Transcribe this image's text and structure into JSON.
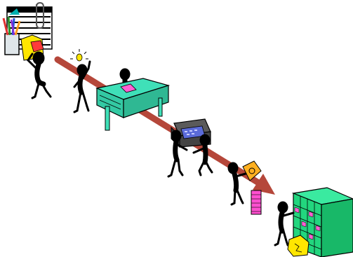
{
  "scene": {
    "background": "#ffffff",
    "arrow_color": "#b5473a",
    "desk_color": "#3fe0b8",
    "shelf_color": "#22d67e",
    "paper_pink": "#ff5fd2",
    "folder_yellow": "#ffe600",
    "monitor_color": "#5b6bd8",
    "figure_color": "#000000",
    "icons": [
      "notepad-with-pencils-icon",
      "puzzled-thinker-figure",
      "idea-lightbulb-figure",
      "figure-at-desk",
      "two-figures-carrying-copier",
      "figure-with-documents",
      "figure-at-mail-shelves"
    ]
  }
}
